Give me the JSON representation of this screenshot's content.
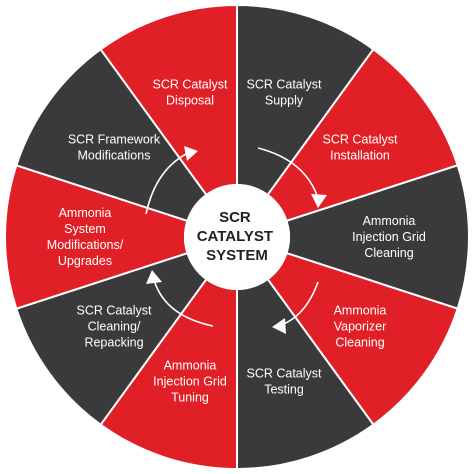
{
  "center": {
    "lines": [
      "SCR",
      "CATALYST",
      "SYSTEM"
    ]
  },
  "colors": {
    "red": "#e01f26",
    "dark": "#3a3a3c",
    "center_fill": "#ffffff",
    "stroke": "#ffffff"
  },
  "segments": [
    {
      "lines": [
        "SCR Catalyst",
        "Supply"
      ],
      "color": "dark"
    },
    {
      "lines": [
        "SCR Catalyst",
        "Installation"
      ],
      "color": "red"
    },
    {
      "lines": [
        "Ammonia",
        "Injection Grid",
        "Cleaning"
      ],
      "color": "dark"
    },
    {
      "lines": [
        "Ammonia",
        "Vaporizer",
        "Cleaning"
      ],
      "color": "red"
    },
    {
      "lines": [
        "SCR Catalyst",
        "Testing"
      ],
      "color": "dark"
    },
    {
      "lines": [
        "Ammonia",
        "Injection Grid",
        "Tuning"
      ],
      "color": "red"
    },
    {
      "lines": [
        "SCR Catalyst",
        "Cleaning/",
        "Repacking"
      ],
      "color": "dark"
    },
    {
      "lines": [
        "Ammonia",
        "System",
        "Modifications/",
        "Upgrades"
      ],
      "color": "red"
    },
    {
      "lines": [
        "SCR Framework",
        "Modifications"
      ],
      "color": "dark"
    },
    {
      "lines": [
        "SCR Catalyst",
        "Disposal"
      ],
      "color": "red"
    }
  ]
}
